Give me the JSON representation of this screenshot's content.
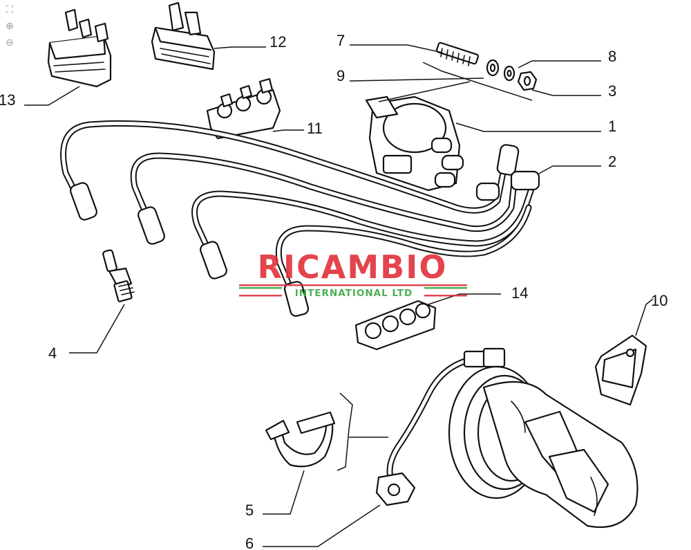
{
  "toolbar": {
    "fit_icon": "fullscreen-icon",
    "zoom_in_icon": "zoom-in-icon",
    "zoom_out_icon": "zoom-out-icon"
  },
  "callouts": {
    "c1": "1",
    "c2": "2",
    "c3": "3",
    "c4": "4",
    "c5": "5",
    "c6": "6",
    "c7": "7",
    "c8": "8",
    "c9": "9",
    "c10": "10",
    "c11": "11",
    "c12": "12",
    "c13": "13",
    "c14": "14"
  },
  "watermark": {
    "brand": "RICAMBIO",
    "sub": "INTERNATIONAL LTD",
    "brand_color": "#e0303a",
    "sub_color": "#3aa640"
  }
}
